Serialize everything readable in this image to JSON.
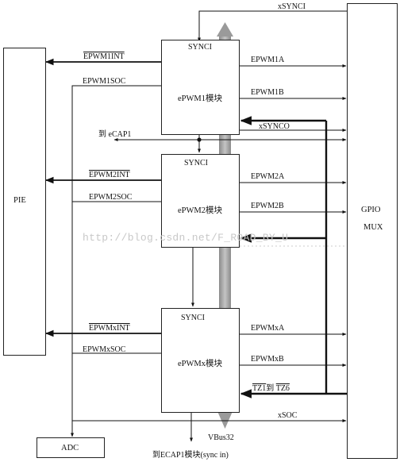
{
  "blocks": {
    "pie": "PIE",
    "gpio": "GPIO",
    "mux": "MUX",
    "adc": "ADC",
    "epwm1": {
      "sync": "SYNCI",
      "name": "ePWM1模块"
    },
    "epwm2": {
      "sync": "SYNCI",
      "name": "ePWM2模块"
    },
    "epwmx": {
      "sync": "SYNCI",
      "name": "ePWMx模块"
    }
  },
  "signals": {
    "xsynci": "xSYNCI",
    "epwm1_int": "EPWM1INT",
    "epwm1_soc": "EPWM1SOC",
    "epwm1a": "EPWM1A",
    "epwm1b": "EPWM1B",
    "xsynco": "xSYNCO",
    "to_ecap1": "到 eCAP1",
    "epwm2_int": "EPWM2INT",
    "epwm2_soc": "EPWM2SOC",
    "epwm2a": "EPWM2A",
    "epwm2b": "EPWM2B",
    "epwmx_int": "EPWMxINT",
    "epwmx_soc": "EPWMxSOC",
    "epwmxa": "EPWMxA",
    "epwmxb": "EPWMxB",
    "tz1": "TZ1",
    "tz_to": "到",
    "tz6": "TZ6",
    "xsoc": "xSOC",
    "vbus": "VBus32",
    "to_ecap1_sync": "到ECAP1模块(sync in)"
  },
  "watermark": "http://blog.csdn.net/F_ROAD_BY_U"
}
